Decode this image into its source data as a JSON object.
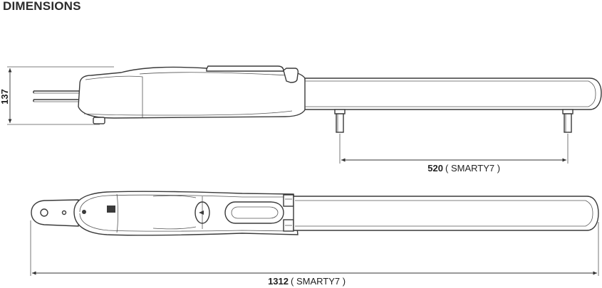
{
  "title": "DIMENSIONS",
  "dimensions": {
    "height": {
      "value": "137"
    },
    "post_spacing": {
      "value": "520",
      "note": "( SMARTY7 )"
    },
    "overall_length": {
      "value": "1312",
      "note": "( SMARTY7 )"
    }
  },
  "colors": {
    "ink": "#3a3a3a",
    "text": "#222222",
    "background": "#ffffff"
  }
}
